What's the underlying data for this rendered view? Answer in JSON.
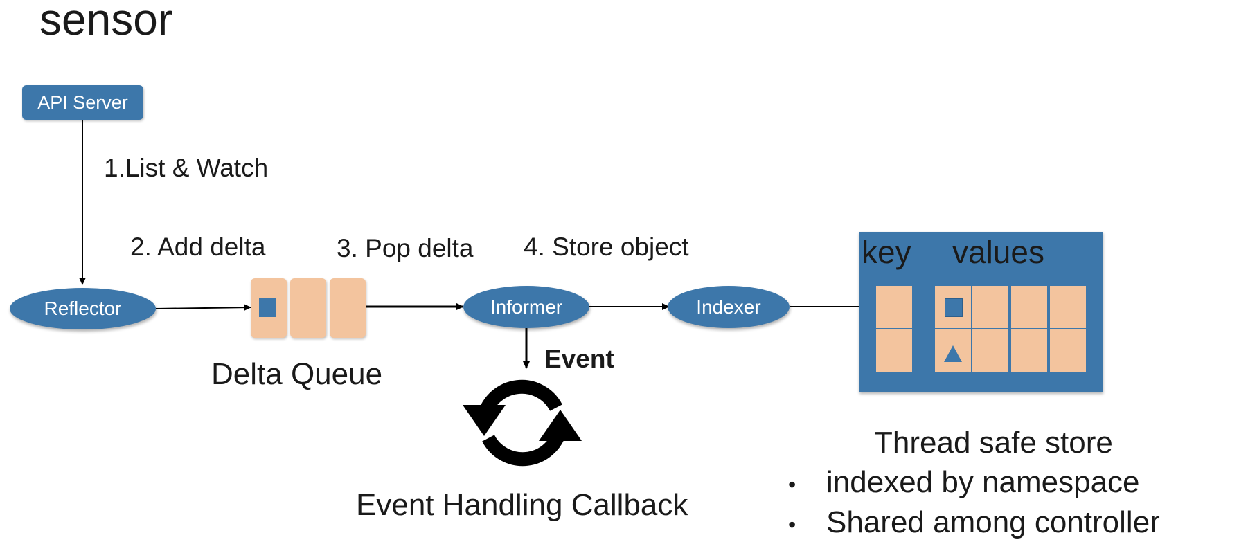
{
  "title": "sensor",
  "api_server": "API Server",
  "steps": {
    "list_watch": "1.List & Watch",
    "add_delta": "2. Add delta",
    "pop_delta": "3. Pop delta",
    "store_object": "4. Store object"
  },
  "nodes": {
    "reflector": "Reflector",
    "informer": "Informer",
    "indexer": "Indexer"
  },
  "delta_queue": "Delta Queue",
  "event": "Event",
  "event_callback": "Event Handling Callback",
  "store": {
    "key_header": "key",
    "values_header": "values",
    "caption": "Thread safe store",
    "bullets": [
      "indexed by namespace",
      "Shared among controller"
    ]
  },
  "icons": {
    "callback": "refresh-cycle-icon",
    "value_square": "square-icon",
    "value_triangle": "triangle-icon"
  },
  "colors": {
    "node_blue": "#3d77aa",
    "cell_peach": "#f3c49e",
    "text": "#1a1a1a"
  }
}
